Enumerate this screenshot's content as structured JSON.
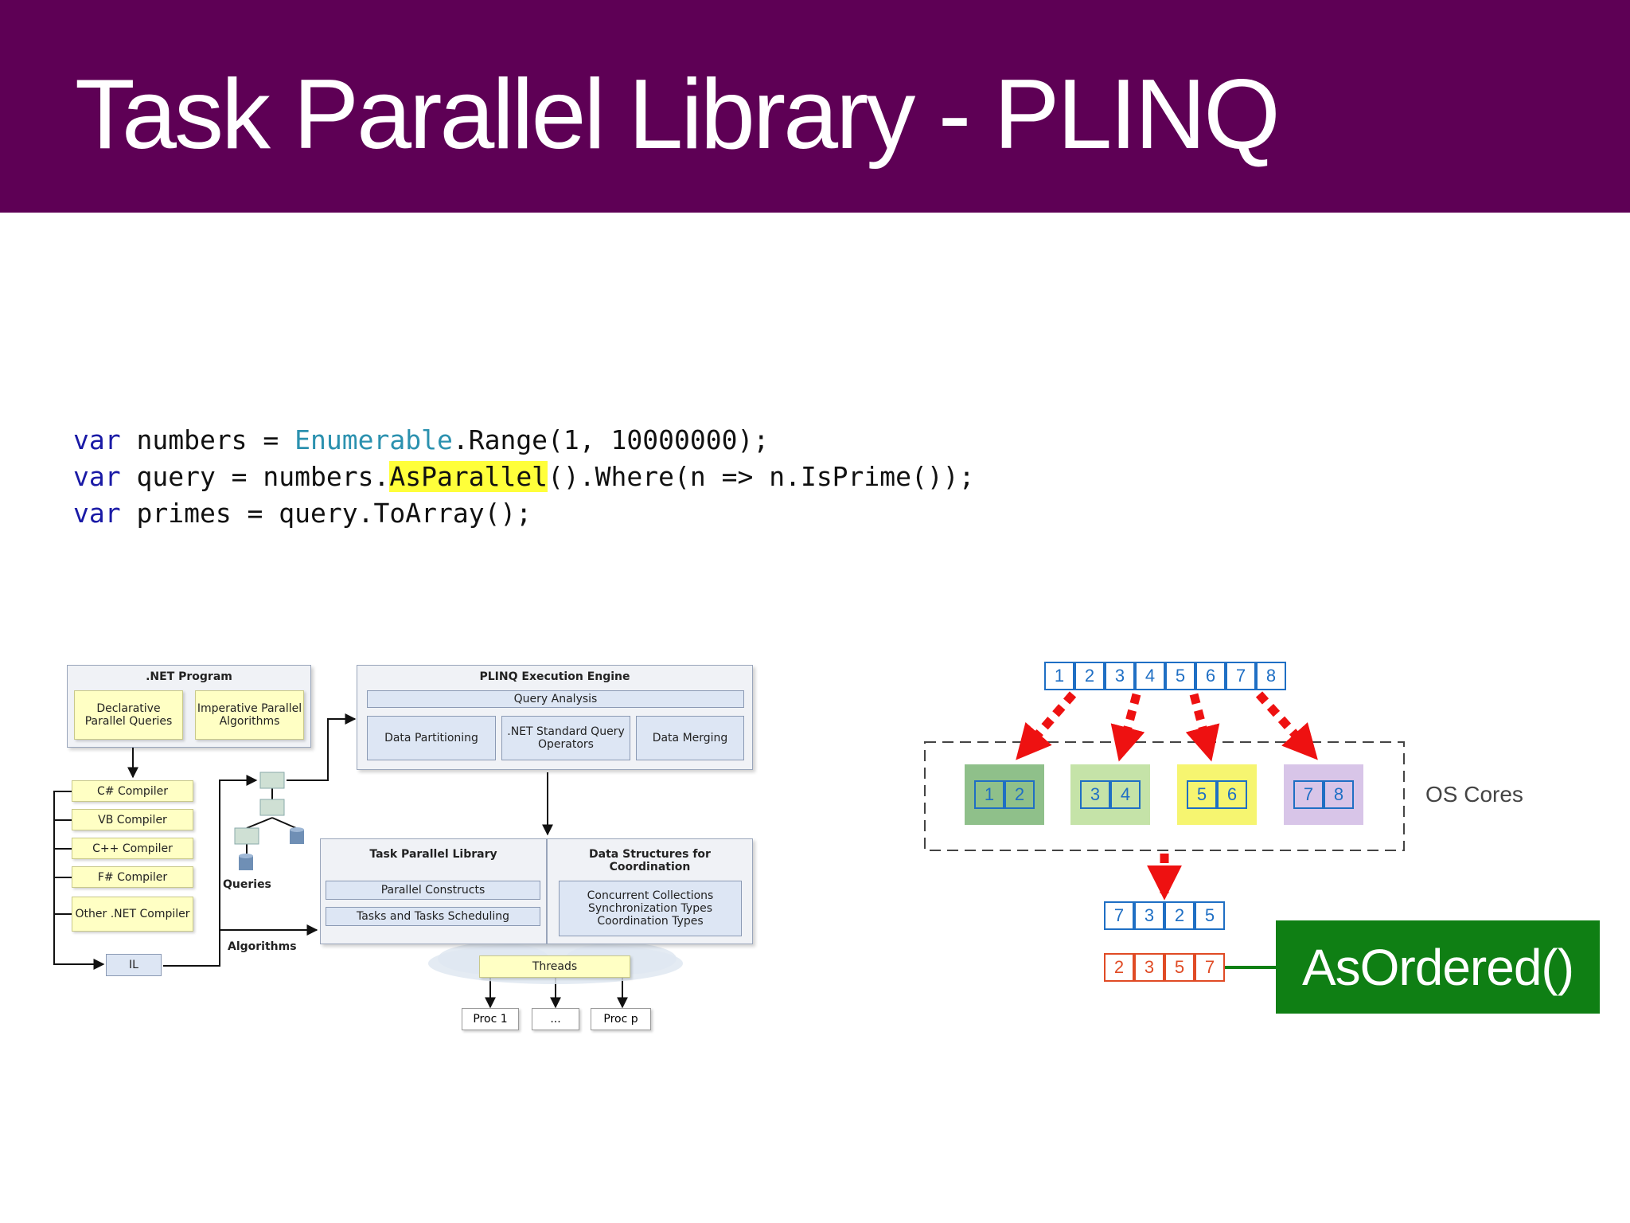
{
  "slide": {
    "title": "Task Parallel Library - PLINQ"
  },
  "code": {
    "line1": {
      "kw": "var",
      "text1": " numbers = ",
      "type": "Enumerable",
      "text2": ".Range(1, 10000000);"
    },
    "line2": {
      "kw": "var",
      "text1": " query = numbers.",
      "highlight": "AsParallel",
      "text2": "().Where(n => n.IsPrime());"
    },
    "line3": {
      "kw": "var",
      "text1": " primes = query.ToArray();"
    }
  },
  "architecture": {
    "net_program": {
      "title": ".NET Program",
      "declarative": "Declarative Parallel Queries",
      "imperative": "Imperative Parallel Algorithms"
    },
    "compilers": [
      "C# Compiler",
      "VB Compiler",
      "C++ Compiler",
      "F# Compiler",
      "Other .NET Compiler"
    ],
    "il": "IL",
    "queries_label": "Queries",
    "algorithms_label": "Algorithms",
    "plinq_engine": {
      "title": "PLINQ Execution Engine",
      "query_analysis": "Query Analysis",
      "data_partitioning": "Data Partitioning",
      "standard_operators": ".NET Standard Query Operators",
      "data_merging": "Data Merging"
    },
    "tpl": {
      "title": "Task Parallel Library",
      "parallel_constructs": "Parallel Constructs",
      "tasks_scheduling": "Tasks and Tasks Scheduling"
    },
    "coordination": {
      "title": "Data Structures for Coordination",
      "items": [
        "Concurrent Collections",
        "Synchronization Types",
        "Coordination Types"
      ]
    },
    "threads": "Threads",
    "procs": [
      "Proc 1",
      "...",
      "Proc p"
    ]
  },
  "partition": {
    "input": [
      "1",
      "2",
      "3",
      "4",
      "5",
      "6",
      "7",
      "8"
    ],
    "cores": [
      {
        "values": [
          "1",
          "2"
        ],
        "color": "#8fc08a"
      },
      {
        "values": [
          "3",
          "4"
        ],
        "color": "#c5e3a8"
      },
      {
        "values": [
          "5",
          "6"
        ],
        "color": "#f6f570"
      },
      {
        "values": [
          "7",
          "8"
        ],
        "color": "#d8c5e8"
      }
    ],
    "os_label": "OS Cores",
    "output_unordered": [
      "7",
      "3",
      "2",
      "5"
    ],
    "output_ordered": [
      "2",
      "3",
      "5",
      "7"
    ],
    "asordered_label": "AsOrdered()"
  },
  "colors": {
    "title_bg": "#5e0055",
    "arrow_red": "#ee1111",
    "asordered_bg": "#0f7f14",
    "cell_blue": "#1f6fc4",
    "cell_red": "#e04b25"
  }
}
